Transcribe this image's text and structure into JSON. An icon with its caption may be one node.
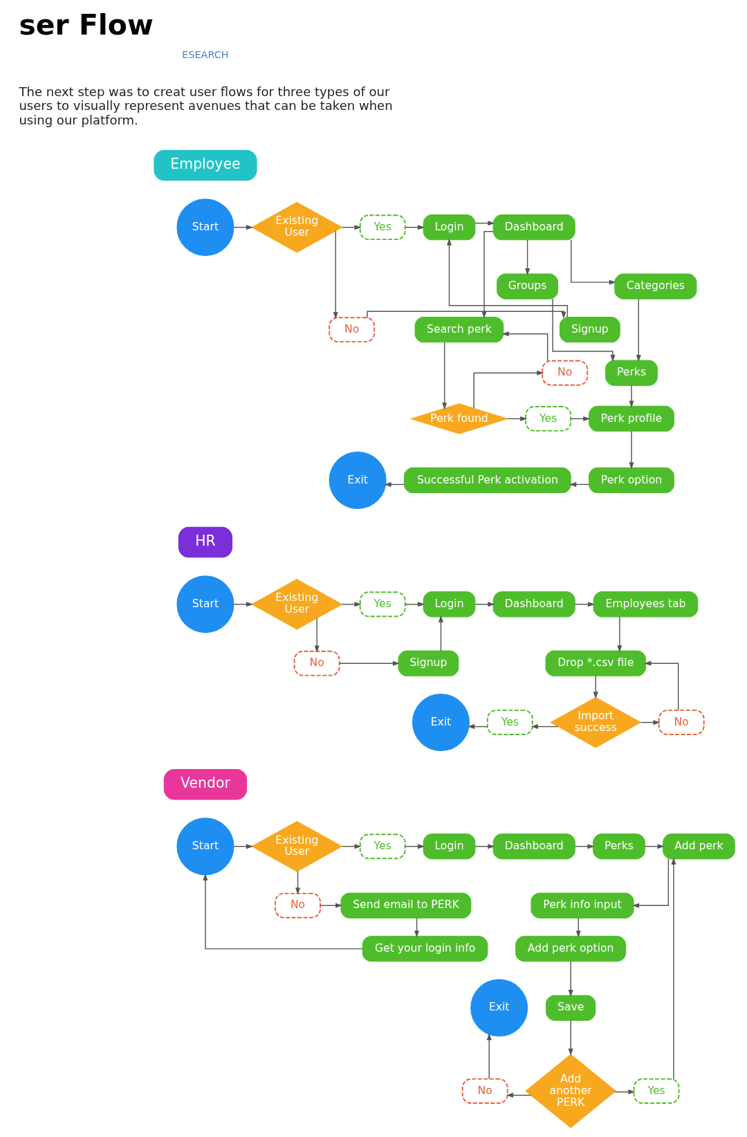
{
  "diagram": {
    "title": "ser Flow",
    "nodes": [
      {
        "text": [
          "Employee"
        ]
      },
      {
        "text": [
          "Start"
        ]
      },
      {
        "text": [
          "Existing User"
        ]
      },
      {
        "text": [
          "Yes"
        ]
      },
      {
        "text": [
          "No"
        ]
      },
      {
        "text": [
          "Login"
        ]
      },
      {
        "text": [
          "Signup"
        ]
      },
      {
        "text": [
          "Dashboard"
        ]
      },
      {
        "text": [
          "Search perk"
        ]
      },
      {
        "text": [
          "Groups"
        ]
      },
      {
        "text": [
          "Categories"
        ]
      },
      {
        "text": [
          "No"
        ]
      },
      {
        "text": [
          "Perk found"
        ]
      },
      {
        "text": [
          "Yes"
        ]
      },
      {
        "text": [
          "Perks"
        ]
      },
      {
        "text": [
          "Perk profile"
        ]
      },
      {
        "text": [
          "Exit"
        ]
      },
      {
        "text": [
          "Successful Perk activation"
        ]
      },
      {
        "text": [
          "Perk option"
        ]
      },
      {
        "text": [
          "HR"
        ]
      },
      {
        "text": [
          "Start"
        ]
      },
      {
        "text": [
          "Existing User"
        ]
      },
      {
        "text": [
          "Yes"
        ]
      },
      {
        "text": [
          "No"
        ]
      },
      {
        "text": [
          "Login"
        ]
      },
      {
        "text": [
          "Signup"
        ]
      },
      {
        "text": [
          "Dashboard"
        ]
      },
      {
        "text": [
          "Employees tab"
        ]
      },
      {
        "text": [
          "Drop *.csv file"
        ]
      },
      {
        "text": [
          "Exit"
        ]
      },
      {
        "text": [
          "Yes"
        ]
      },
      {
        "text": [
          "Import success"
        ]
      },
      {
        "text": [
          "No"
        ]
      },
      {
        "text": [
          "Vendor"
        ]
      },
      {
        "text": [
          "Start"
        ]
      },
      {
        "text": [
          "Existing User"
        ]
      },
      {
        "text": [
          "Yes"
        ]
      },
      {
        "text": [
          "Login"
        ]
      },
      {
        "text": [
          "Dashboard"
        ]
      },
      {
        "text": [
          "Perks"
        ]
      },
      {
        "text": [
          "Add perk"
        ]
      },
      {
        "text": [
          "No"
        ]
      },
      {
        "text": [
          "Send email to PERK"
        ]
      },
      {
        "text": [
          "Perk info input"
        ]
      },
      {
        "text": [
          "Get your login info"
        ]
      },
      {
        "text": [
          "Exit"
        ]
      },
      {
        "text": [
          "Add perk option"
        ]
      },
      {
        "text": [
          "Save"
        ]
      },
      {
        "text": [
          "No"
        ]
      },
      {
        "text": [
          "Yes"
        ]
      },
      {
        "text": [
          "Add another PERK"
        ]
      }
    ],
    "edges": [
      {
        "from": 1,
        "to": 2,
        "arrow": "to"
      },
      {
        "from": 2,
        "to": 3,
        "arrow": "to"
      },
      {
        "from": 3,
        "to": 5,
        "arrow": "to"
      },
      {
        "from": 2,
        "to": 4,
        "arrow": "to"
      },
      {
        "from": 4,
        "to": 6,
        "arrow": "to"
      },
      {
        "from": 6,
        "to": 5,
        "arrow": "to"
      },
      {
        "from": 5,
        "to": 7,
        "arrow": "to"
      },
      {
        "from": 7,
        "to": 8,
        "arrow": "to"
      },
      {
        "from": 7,
        "to": 9,
        "arrow": "to"
      },
      {
        "from": 7,
        "to": 10,
        "arrow": "to"
      },
      {
        "from": 9,
        "to": 14,
        "arrow": "to"
      },
      {
        "from": 10,
        "to": 14,
        "arrow": "to"
      },
      {
        "from": 8,
        "to": 12,
        "arrow": "to"
      },
      {
        "from": 12,
        "to": 11,
        "arrow": "to"
      },
      {
        "from": 11,
        "to": 8,
        "arrow": "to"
      },
      {
        "from": 12,
        "to": 13,
        "arrow": "to"
      },
      {
        "from": 13,
        "to": 15,
        "arrow": "to"
      },
      {
        "from": 14,
        "to": 15,
        "arrow": "to"
      },
      {
        "from": 15,
        "to": 18,
        "arrow": "to"
      },
      {
        "from": 18,
        "to": 17,
        "arrow": "to"
      },
      {
        "from": 17,
        "to": 16,
        "arrow": "to"
      },
      {
        "from": 20,
        "to": 21,
        "arrow": "to"
      },
      {
        "from": 21,
        "to": 22,
        "arrow": "to"
      },
      {
        "from": 22,
        "to": 24,
        "arrow": "to"
      },
      {
        "from": 21,
        "to": 23,
        "arrow": "to"
      },
      {
        "from": 23,
        "to": 25,
        "arrow": "to"
      },
      {
        "from": 25,
        "to": 24,
        "arrow": "to"
      },
      {
        "from": 24,
        "to": 26,
        "arrow": "to"
      },
      {
        "from": 26,
        "to": 27,
        "arrow": "to"
      },
      {
        "from": 27,
        "to": 28,
        "arrow": "to"
      },
      {
        "from": 28,
        "to": 31,
        "arrow": "to"
      },
      {
        "from": 31,
        "to": 30,
        "arrow": "to"
      },
      {
        "from": 30,
        "to": 29,
        "arrow": "to"
      },
      {
        "from": 31,
        "to": 32,
        "arrow": "to"
      },
      {
        "from": 32,
        "to": 28,
        "arrow": "to"
      },
      {
        "from": 34,
        "to": 35,
        "arrow": "to"
      },
      {
        "from": 35,
        "to": 36,
        "arrow": "to"
      },
      {
        "from": 36,
        "to": 37,
        "arrow": "to"
      },
      {
        "from": 37,
        "to": 38,
        "arrow": "to"
      },
      {
        "from": 38,
        "to": 39,
        "arrow": "to"
      },
      {
        "from": 39,
        "to": 40,
        "arrow": "to"
      },
      {
        "from": 40,
        "to": 43,
        "arrow": "to"
      },
      {
        "from": 43,
        "to": 46,
        "arrow": "to"
      },
      {
        "from": 46,
        "to": 47,
        "arrow": "to"
      },
      {
        "from": 47,
        "to": 50,
        "arrow": "to"
      },
      {
        "from": 50,
        "to": 49,
        "arrow": "to"
      },
      {
        "from": 49,
        "to": 40,
        "arrow": "to"
      },
      {
        "from": 50,
        "to": 48,
        "arrow": "to"
      },
      {
        "from": 48,
        "to": 45,
        "arrow": "to"
      },
      {
        "from": 35,
        "to": 41,
        "arrow": "to"
      },
      {
        "from": 41,
        "to": 42,
        "arrow": "to"
      },
      {
        "from": 42,
        "to": 44,
        "arrow": "to"
      },
      {
        "from": 44,
        "to": 34,
        "arrow": "to"
      }
    ],
    "labels": [
      "ESEARCH",
      "The next step was to creat user flows for three types of our users to visually represent avenues that can be taken when using our platform."
    ]
  }
}
